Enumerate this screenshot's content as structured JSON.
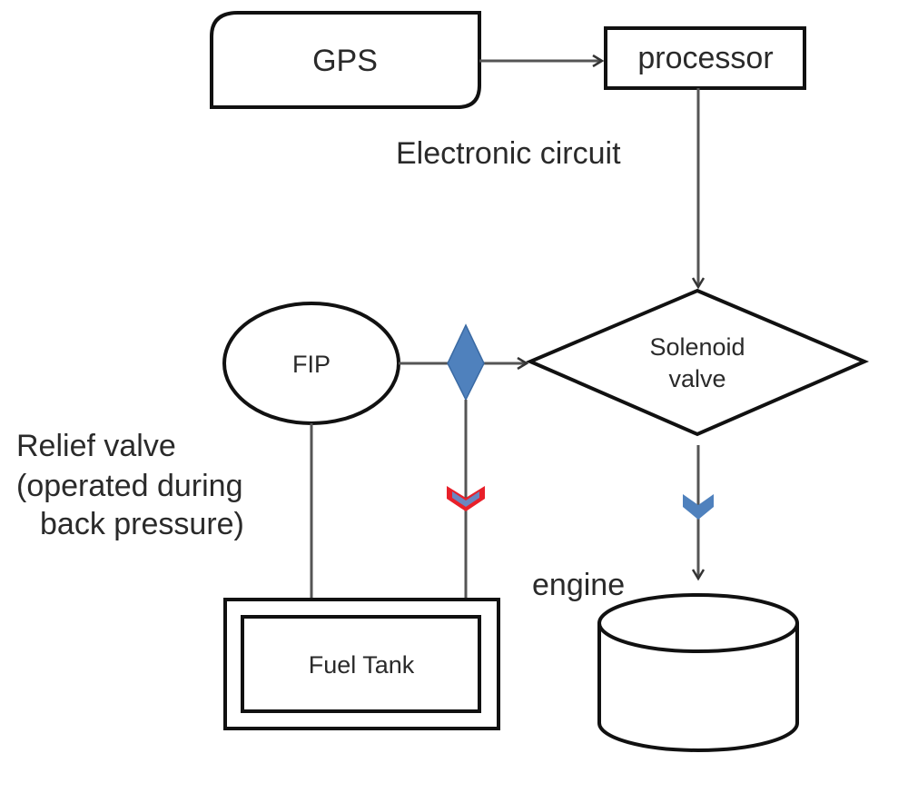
{
  "diagram": {
    "nodes": {
      "gps": {
        "label": "GPS",
        "shape": "rounded-rectangle"
      },
      "processor": {
        "label": "processor",
        "shape": "rectangle"
      },
      "fip": {
        "label": "FIP",
        "shape": "ellipse"
      },
      "solenoid": {
        "label_line1": "Solenoid",
        "label_line2": "valve",
        "shape": "diamond"
      },
      "fuel_tank": {
        "label": "Fuel Tank",
        "shape": "double-rectangle"
      },
      "engine": {
        "label": "engine",
        "shape": "cylinder"
      }
    },
    "annotations": {
      "electronic_circuit": "Electronic circuit",
      "relief_valve_line1": "Relief valve",
      "relief_valve_line2": "(operated during",
      "relief_valve_line3": "back pressure)"
    },
    "edges": [
      {
        "from": "GPS",
        "to": "processor"
      },
      {
        "from": "processor",
        "to": "Solenoid valve",
        "label": "Electronic circuit"
      },
      {
        "from": "FIP",
        "to": "Solenoid valve",
        "via": "valve diamond"
      },
      {
        "from": "Solenoid valve",
        "to": "engine"
      },
      {
        "from": "FIP",
        "to": "Fuel Tank"
      },
      {
        "from": "valve diamond",
        "to": "Fuel Tank"
      }
    ],
    "colors": {
      "valve_blue": "#4f81bd",
      "return_red": "#e8202a",
      "text": "#2a2a2a",
      "outline": "#111111"
    }
  }
}
